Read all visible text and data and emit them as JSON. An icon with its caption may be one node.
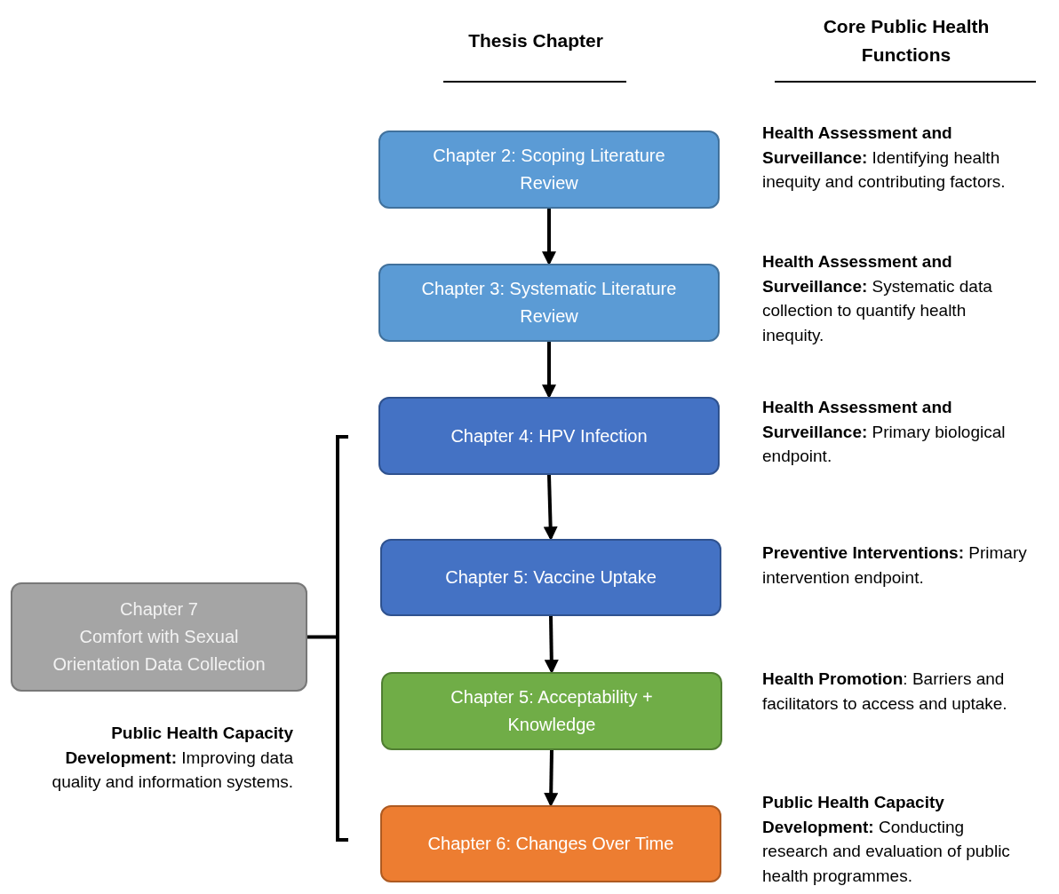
{
  "diagram": {
    "nodes": [
      {
        "text": [
          "Chapter 2: Scoping Literature Review"
        ],
        "beside": [
          "**Health Assessment and Surveillance:** Identifying health inequity and contributing factors."
        ]
      },
      {
        "text": [
          "Chapter 3: Systematic Literature Review"
        ],
        "beside": [
          "**Health Assessment and Surveillance:** Systematic data collection to quantify health inequity."
        ]
      },
      {
        "text": [
          "Chapter 4: HPV Infection"
        ],
        "beside": [
          "**Health Assessment and Surveillance:** Primary biological endpoint."
        ]
      },
      {
        "text": [
          "Chapter 5: Vaccine Uptake"
        ],
        "beside": [
          "**Preventive Interventions:** Primary intervention endpoint."
        ]
      },
      {
        "text": [
          "Chapter 5: Acceptability + Knowledge"
        ],
        "beside": [
          "**Health Promotion**:  Barriers and facilitators to access and uptake."
        ]
      },
      {
        "text": [
          "Chapter 6: Changes Over Time"
        ],
        "beside": [
          "**Public Health Capacity Development:** Conducting research and evaluation of public health programmes."
        ]
      },
      {
        "text": [
          "Chapter 7",
          "Comfort with Sexual Orientation Data Collection"
        ],
        "beside": [
          "**Public Health Capacity Development:** Improving data quality and information systems."
        ]
      },
      {
        "text": [],
        "shape": "bracket"
      }
    ],
    "edges": [
      {
        "from": 0,
        "to": 1,
        "arrow": "to"
      },
      {
        "from": 1,
        "to": 2,
        "arrow": "to"
      },
      {
        "from": 2,
        "to": 3,
        "arrow": "to"
      },
      {
        "from": 3,
        "to": 4,
        "arrow": "to"
      },
      {
        "from": 4,
        "to": 5,
        "arrow": "to"
      },
      {
        "from": 6,
        "to": 7,
        "arrow": "none"
      }
    ],
    "labels": [
      "Thesis Chapter",
      "Core Public Health Functions"
    ]
  }
}
